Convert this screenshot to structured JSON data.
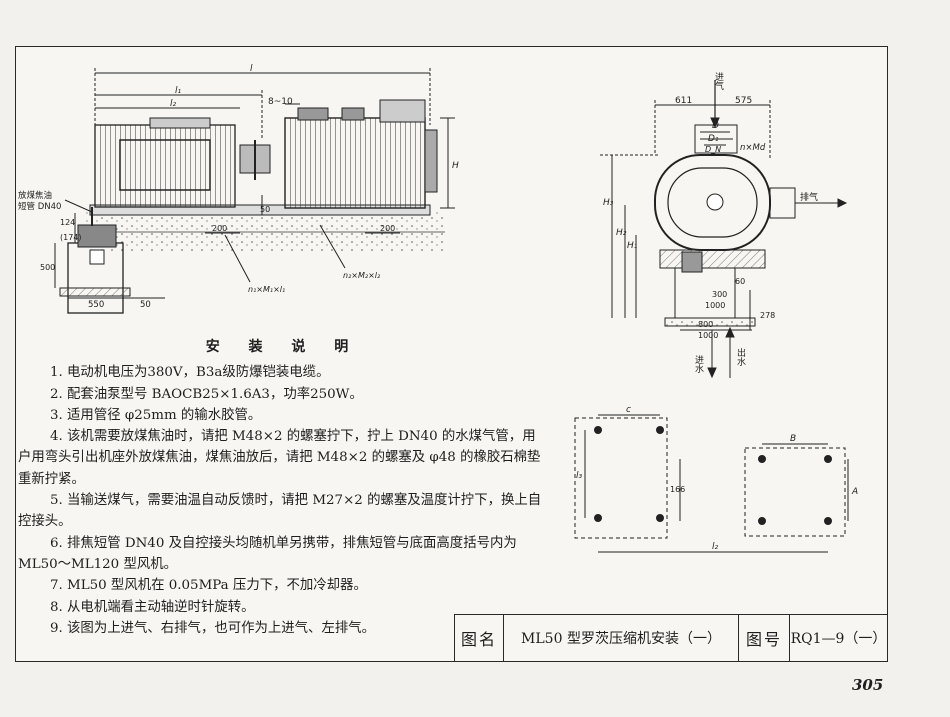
{
  "sheet": {
    "notes_title": "安 装 说 明",
    "notes": [
      "1. 电动机电压为380V，B3a级防爆铠装电缆。",
      "2. 配套油泵型号 BAOCB25×1.6A3，功率250W。",
      "3. 适用管径 φ25mm 的输水胶管。",
      "4. 该机需要放煤焦油时，请把 M48×2 的螺塞拧下，拧上 DN40 的水煤气管，用户用弯头引出机座外放煤焦油，煤焦油放后，请把 M48×2 的螺塞及 φ48 的橡胶石棉垫重新拧紧。",
      "5. 当输送煤气，需要油温自动反馈时，请把 M27×2 的螺塞及温度计拧下，换上自控接头。",
      "6. 排焦短管 DN40 及自控接头均随机单另携带，排焦短管与底面高度括号内为 ML50～ML120 型风机。",
      "7. ML50 型风机在 0.05MPa 压力下，不加冷却器。",
      "8. 从电机端看主动轴逆时针旋转。",
      "9. 该图为上进气、右排气，也可作为上进气、左排气。"
    ],
    "title_label": "图名",
    "title": "ML50 型罗茨压缩机安装（一）",
    "drawing_no_label": "图号",
    "drawing_no": "RQ1—9（一）",
    "page_number": "305"
  },
  "side_view": {
    "dim_l": "l",
    "dim_l1": "l₁",
    "dim_l2": "l₂",
    "dim_gap": "8~10",
    "dim_h": "H",
    "dim_50a": "50",
    "dim_200a": "200",
    "dim_200b": "200",
    "drain_label_1": "放煤焦油",
    "drain_label_2": "短管 DN40",
    "dim_124": "124",
    "dim_174": "(174)",
    "dim_500": "500",
    "dim_550": "550",
    "dim_50b": "50",
    "bolt_1": "n₁×M₁×l₁",
    "bolt_2": "n₂×M₂×l₂"
  },
  "front_view": {
    "inlet": "进气",
    "outlet": "排气",
    "dim_611": "611",
    "dim_575": "575",
    "dim_d": "D",
    "dim_d1": "D₁",
    "dim_dn": "D_N",
    "flange_bolts": "n×Md",
    "dim_h3": "H₃",
    "dim_h2": "H₂",
    "dim_h1": "H₁",
    "dim_60": "60",
    "dim_300": "300",
    "dim_1000a": "1000",
    "dim_800": "800",
    "dim_1000b": "1000",
    "dim_278": "278",
    "water_in": "进水",
    "water_out": "出水"
  },
  "foundation_plan": {
    "dim_c": "c",
    "dim_l3": "l₃",
    "dim_166": "166",
    "dim_b": "B",
    "dim_a": "A",
    "dim_l2": "l₂"
  }
}
